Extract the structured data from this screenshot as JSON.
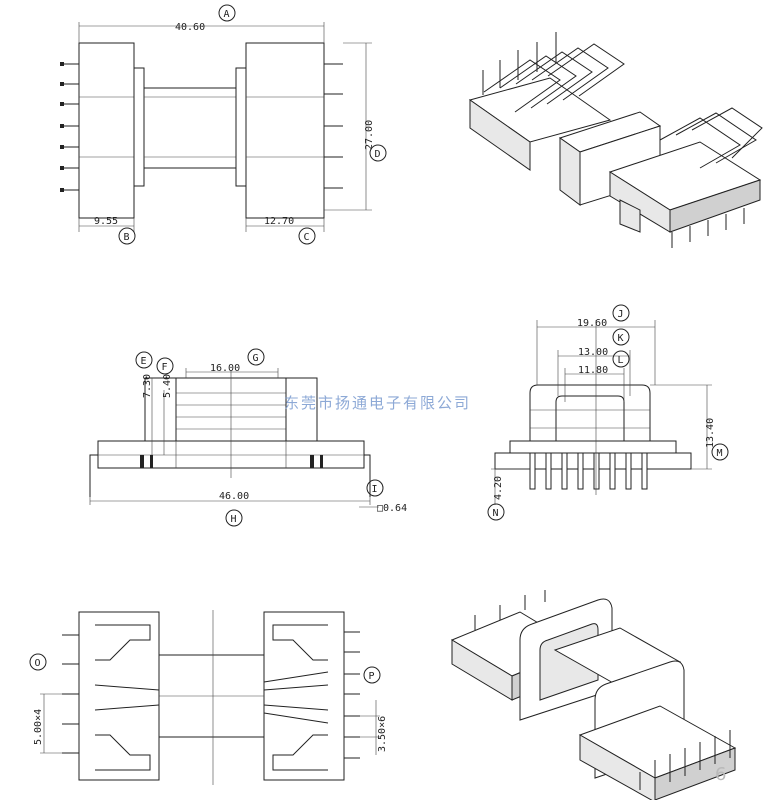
{
  "dims": {
    "d_40_60": "40.60",
    "d_9_55": "9.55",
    "d_12_70": "12.70",
    "d_27_00": "27.00",
    "d_16_00": "16.00",
    "d_7_30": "7.30",
    "d_5_40": "5.40",
    "d_46_00": "46.00",
    "d_0_64": "□0.64",
    "d_19_60": "19.60",
    "d_13_00": "13.00",
    "d_11_80": "11.80",
    "d_13_40": "13.40",
    "d_4_20": "4.20",
    "d_5_00x4": "5.00×4",
    "d_3_50x6": "3.50×6"
  },
  "markers": {
    "A": "A",
    "B": "B",
    "C": "C",
    "D": "D",
    "E": "E",
    "F": "F",
    "G": "G",
    "H": "H",
    "I": "I",
    "J": "J",
    "K": "K",
    "L": "L",
    "M": "M",
    "N": "N",
    "O": "O",
    "P": "P"
  },
  "watermark": "东莞市扬通电子有限公司",
  "page_number": "6"
}
